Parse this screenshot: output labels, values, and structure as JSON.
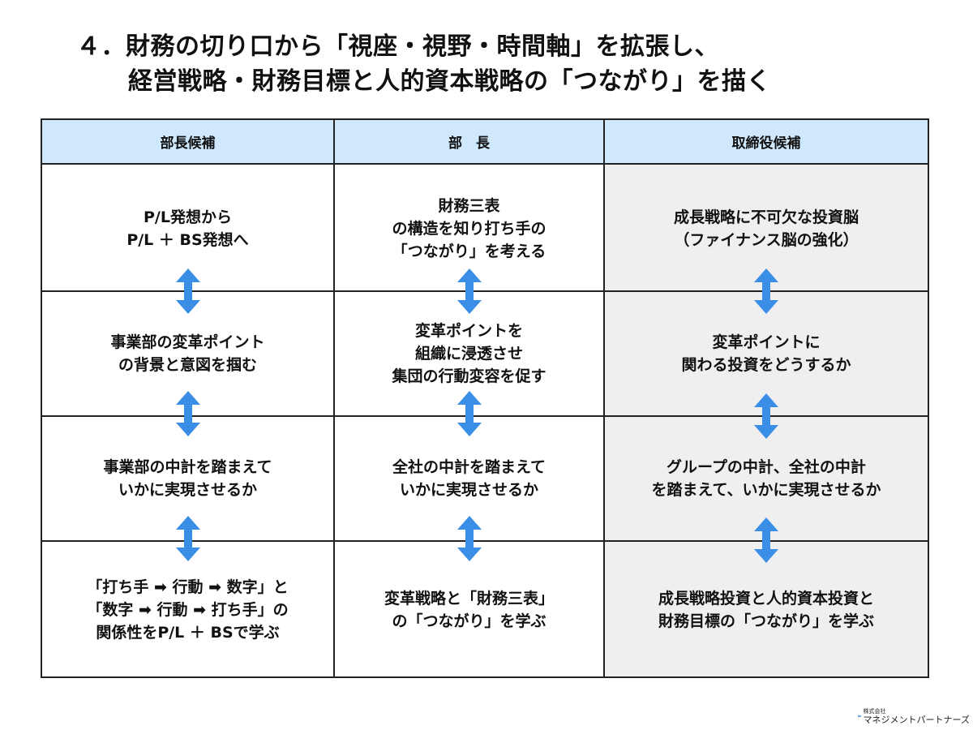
{
  "title": {
    "line1": "４．財務の切り口から「視座・視野・時間軸」を拡張し、",
    "line2": "経営戦略・財務目標と人的資本戦略の「つながり」を描く"
  },
  "columns": [
    {
      "header": "部長候補",
      "cells": [
        "P/L発想から\nP/L ＋ BS発想へ",
        "事業部の変革ポイント\nの背景と意図を掴む",
        "事業部の中計を踏まえて\nいかに実現させるか",
        "「打ち手 ➡ 行動 ➡ 数字」と\n「数字 ➡ 行動 ➡ 打ち手」の\n関係性をP/L ＋ BSで学ぶ"
      ]
    },
    {
      "header": "部　長",
      "cells": [
        "財務三表\nの構造を知り打ち手の\n「つながり」を考える",
        "変革ポイントを\n組織に浸透させ\n集団の行動変容を促す",
        "全社の中計を踏まえて\nいかに実現させるか",
        "変革戦略と「財務三表」\nの「つながり」を学ぶ"
      ]
    },
    {
      "header": "取締役候補",
      "cells": [
        "成長戦略に不可欠な投資脳\n（ファイナンス脳の強化）",
        "変革ポイントに\n関わる投資をどうするか",
        "グループの中計、全社の中計\nを踏まえて、いかに実現させるか",
        "成長戦略投資と人的資本投資と\n財務目標の「つながり」を学ぶ"
      ]
    }
  ],
  "arrow_icon": "double-arrow-vertical-icon",
  "arrow_color": "#3a8ee6",
  "header_color": "#cfe8fb",
  "logo": {
    "mark": "MP",
    "sub": "株式会社",
    "name": "マネジメントパートナーズ"
  }
}
